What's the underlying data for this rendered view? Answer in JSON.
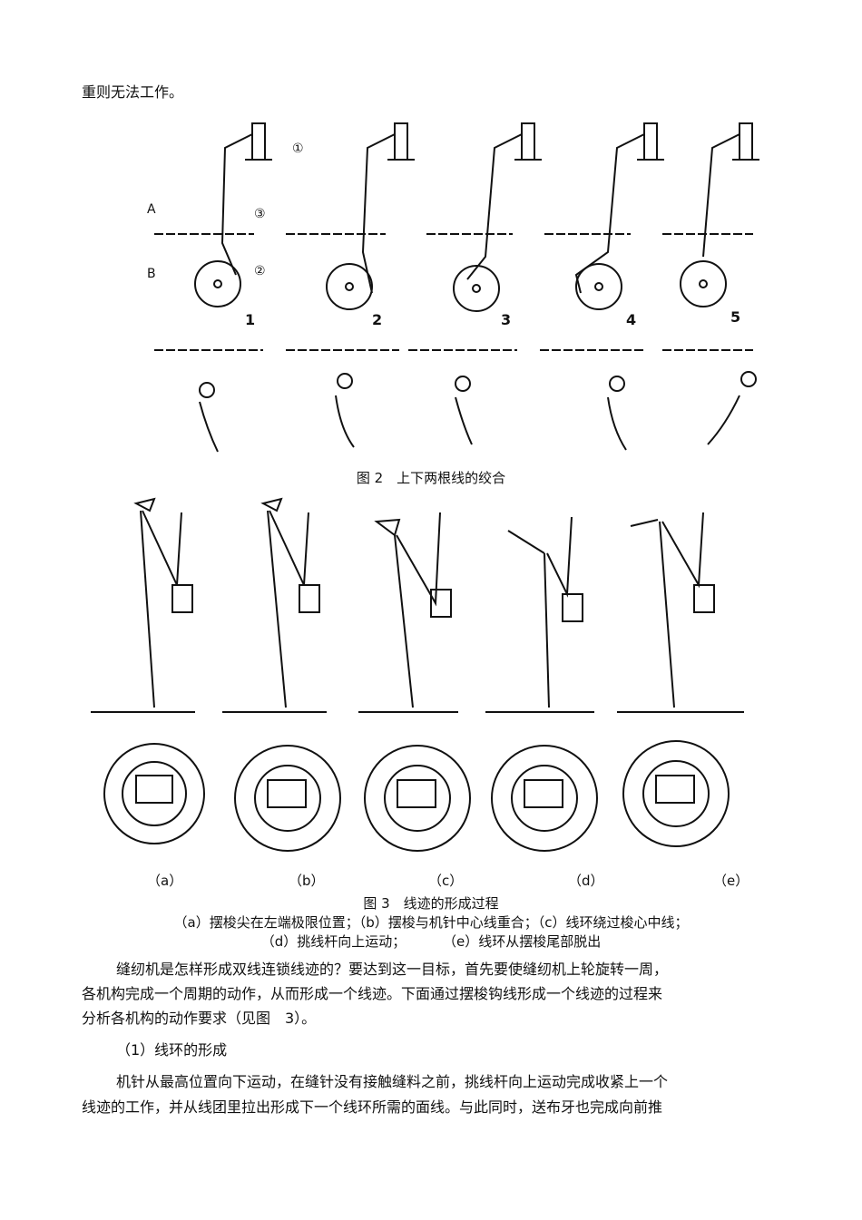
{
  "text": {
    "top_line": "重则无法工作。",
    "fig2_caption": "图 2　上下两根线的绞合",
    "fig2_labels": {
      "c1": "①",
      "c2": "②",
      "c3": "③",
      "cA": "A",
      "cB": "B"
    },
    "fig2_steps": [
      "1",
      "2",
      "3",
      "4",
      "5"
    ],
    "fig3_sublabels": [
      "（a）",
      "（b）",
      "（c）",
      "（d）",
      "（e）"
    ],
    "fig3_caption": "图 3　线迹的形成过程",
    "fig3_desc_line1": "（a）摆梭尖在左端极限位置；（b）摆梭与机针中心线重合；（c）线环绕过梭心中线；",
    "fig3_desc_d": "（d）挑线杆向上运动；",
    "fig3_desc_e": "（e）线环从摆梭尾部脱出",
    "para1_l1": "缝纫机是怎样形成双线连锁线迹的？要达到这一目标，首先要使缝纫机上轮旋转一周，",
    "para1_l2": "各机构完成一个周期的动作，从而形成一个线迹。下面通过摆梭钩线形成一个线迹的过程来",
    "para1_l3": "分析各机构的动作要求（见图　3）。",
    "section_heading": "（1）线环的形成",
    "para2_l1": "机针从最高位置向下运动，在缝针没有接触缝料之前，挑线杆向上运动完成收紧上一个",
    "para2_l2": "线迹的工作，并从线团里拉出形成下一个线环所需的面线。与此同时，送布牙也完成向前推"
  }
}
